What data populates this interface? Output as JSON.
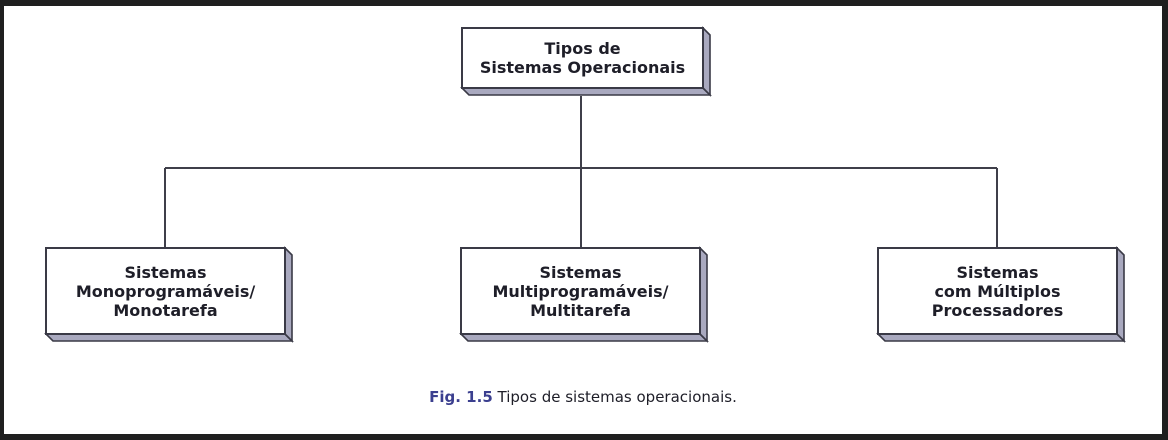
{
  "diagram": {
    "root": {
      "lines": [
        "Tipos de",
        "Sistemas Operacionais"
      ]
    },
    "children": [
      {
        "lines": [
          "Sistemas",
          "Monoprogramáveis/",
          "Monotarefa"
        ]
      },
      {
        "lines": [
          "Sistemas",
          "Multiprogramáveis/",
          "Multitarefa"
        ]
      },
      {
        "lines": [
          "Sistemas",
          "com Múltiplos",
          "Processadores"
        ]
      }
    ]
  },
  "caption": {
    "prefix": "Fig. 1.5",
    "text": "Tipos de sistemas operacionais."
  },
  "colors": {
    "caption_prefix": "#3b3f8f",
    "box_shadow": "#a9a9bf",
    "text": "#1e1e28"
  }
}
